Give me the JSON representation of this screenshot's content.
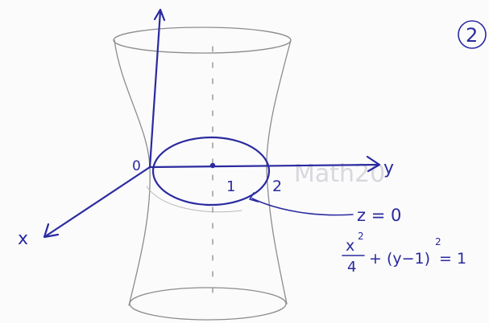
{
  "figure": {
    "problem_number": "2",
    "axes": {
      "origin_label": "0",
      "x_label": "x",
      "y_label": "y"
    },
    "tick_labels": [
      "1",
      "2"
    ],
    "annotation": {
      "plane": "z = 0",
      "equation_x_part": "x",
      "equation_x_exponent": "2",
      "equation_x_denominator": "4",
      "equation_y_part": "+ (y−1)",
      "equation_y_exponent": "2",
      "equation_rhs": "= 1"
    },
    "bleed_through_text": "Math20"
  },
  "colors": {
    "ink": "#2a2aa0",
    "pencil": "#8c8c8c",
    "paper": "#fbfbfb"
  }
}
